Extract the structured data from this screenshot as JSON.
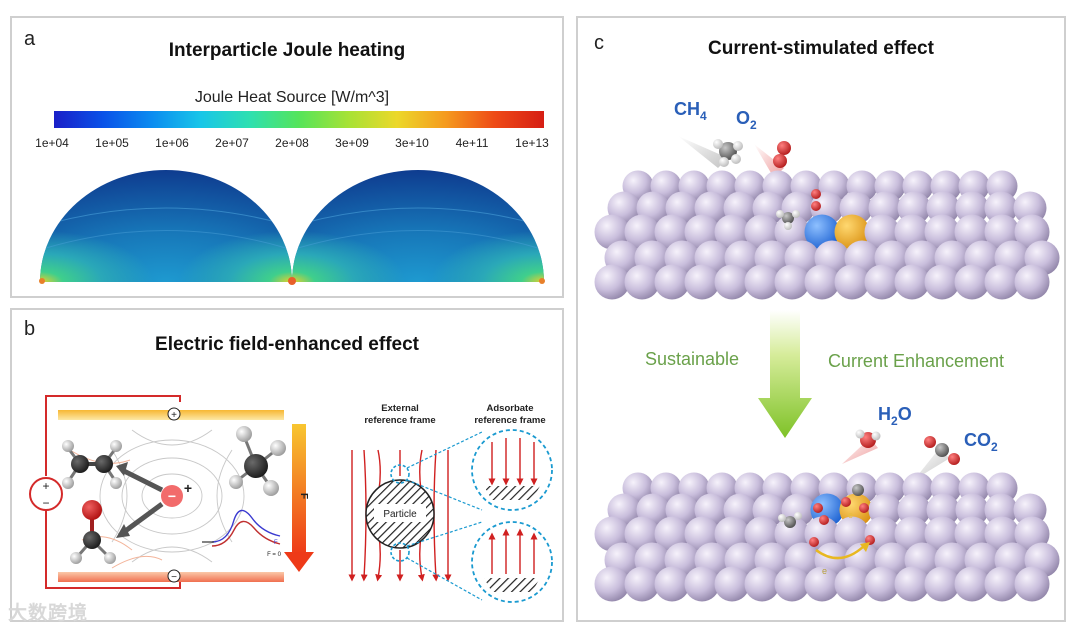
{
  "panel_a": {
    "letter": "a",
    "title": "Interparticle  Joule heating",
    "colorbar": {
      "label": "Joule Heat Source [W/m^3]",
      "ticks": [
        "1e+04",
        "1e+05",
        "1e+06",
        "2e+07",
        "2e+08",
        "3e+09",
        "3e+10",
        "4e+11",
        "1e+13"
      ],
      "colors": [
        "#1a1fc8",
        "#0a52e8",
        "#0b8cf0",
        "#18c6e8",
        "#2ee0b0",
        "#55e45a",
        "#a6e236",
        "#ecd82a",
        "#f59a1e",
        "#ee4a16",
        "#d61e14"
      ]
    }
  },
  "panel_b": {
    "letter": "b",
    "title": "Electric  field-enhanced  effect",
    "plus_sign": "+",
    "minus_sign": "−",
    "top_plate_sign": "+",
    "bottom_plate_sign": "−",
    "field_label": "F",
    "f0_label": "F = 0",
    "f_label": "F",
    "external_frame_label": [
      "External",
      "reference frame"
    ],
    "adsorbate_frame_label": [
      "Adsorbate",
      "reference frame"
    ],
    "particle_label": "Particle"
  },
  "panel_c": {
    "letter": "c",
    "title": "Current-stimulated effect",
    "ch4": "CH",
    "ch4_sub": "4",
    "o2": "O",
    "o2_sub": "2",
    "h2o_h": "H",
    "h2o_sub": "2",
    "h2o_o": "O",
    "co2": "CO",
    "co2_sub": "2",
    "left_arrow_label": "Sustainable",
    "right_arrow_label": "Current Enhancement",
    "electron_label": "e",
    "electron_label_2": "e",
    "label_color_blue": "#2a5fb8",
    "label_color_green": "#6aa14a"
  },
  "watermark": "大数跨境"
}
